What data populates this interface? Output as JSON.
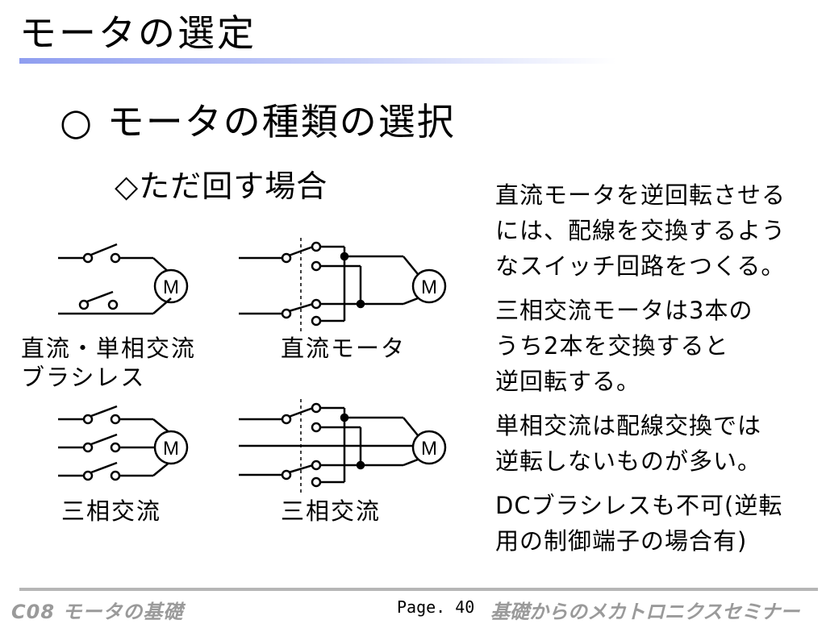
{
  "title": "モータの選定",
  "heading": "○ モータの種類の選択",
  "subheading": "◇ただ回す場合",
  "diagram": {
    "motor_symbol": "M",
    "labels": {
      "dc_single": "直流・単相交流\nブラシレス",
      "dc_motor": "直流モータ",
      "three_phase_left": "三相交流",
      "three_phase_right": "三相交流"
    }
  },
  "notes": [
    "直流モータを逆回転させる\nには、配線を交換するよう\nなスイッチ回路をつくる。",
    "三相交流モータは3本の\nうち2本を交換すると\n逆回転する。",
    "単相交流は配線交換では\n逆転しないものが多い。",
    "DCブラシレスも不可(逆転\n用の制御端子の場合有)"
  ],
  "footer": {
    "left": "C08 モータの基礎",
    "page": "Page. 40",
    "right": "基礎からのメカトロニクスセミナー"
  }
}
